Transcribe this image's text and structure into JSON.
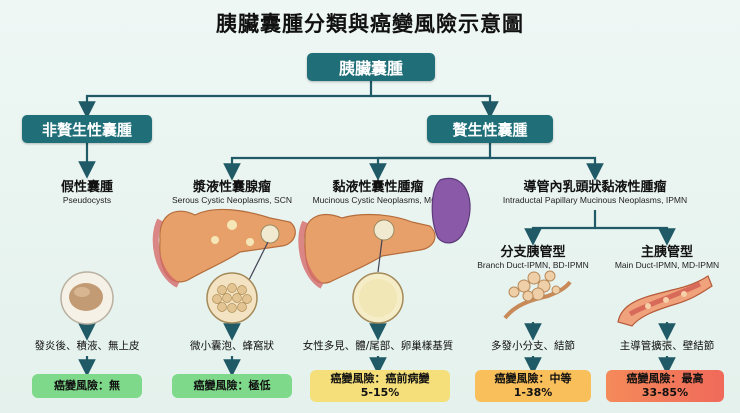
{
  "title": "胰臟囊腫分類與癌變風險示意圖",
  "root": "胰臟囊腫",
  "categories": {
    "non_neoplastic": "非贅生性囊腫",
    "neoplastic": "贅生性囊腫"
  },
  "types": [
    {
      "cn": "假性囊腫",
      "en": "Pseudocysts",
      "feature": "發炎後、積液、無上皮",
      "risk": "癌變風險：無",
      "risk2": ""
    },
    {
      "cn": "漿液性囊腺瘤",
      "en": "Serous Cystic Neoplasms, SCN",
      "feature": "微小囊泡、蜂窩狀",
      "risk": "癌變風險：極低",
      "risk2": ""
    },
    {
      "cn": "黏液性囊性腫瘤",
      "en": "Mucinous Cystic Neoplasms, MCN",
      "feature": "女性多見、體/尾部、卵巢樣基質",
      "risk": "癌變風險：癌前病變",
      "risk2": "5-15%"
    },
    {
      "cn": "導管內乳頭狀黏液性腫瘤",
      "en": "Intraductal Papillary Mucinous Neoplasms, IPMN",
      "feature": "",
      "risk": "",
      "risk2": ""
    }
  ],
  "ipmn_subtypes": [
    {
      "cn": "分支胰管型",
      "en": "Branch Duct-IPMN, BD-IPMN",
      "feature": "多發小分支、結節",
      "risk": "癌變風險：中等",
      "risk2": "1-38%"
    },
    {
      "cn": "主胰管型",
      "en": "Main Duct-IPMN, MD-IPMN",
      "feature": "主導管擴張、壁結節",
      "risk": "癌變風險：最高",
      "risk2": "33-85%"
    }
  ],
  "colors": {
    "header_box": "#1f6e78",
    "line": "#1f5a66",
    "risk_none": "#7ed98a",
    "risk_low": "#7ed98a",
    "risk_precancer": "#f4df7a",
    "risk_medium": "#f8bf5a",
    "risk_high": "#f06a5a"
  }
}
